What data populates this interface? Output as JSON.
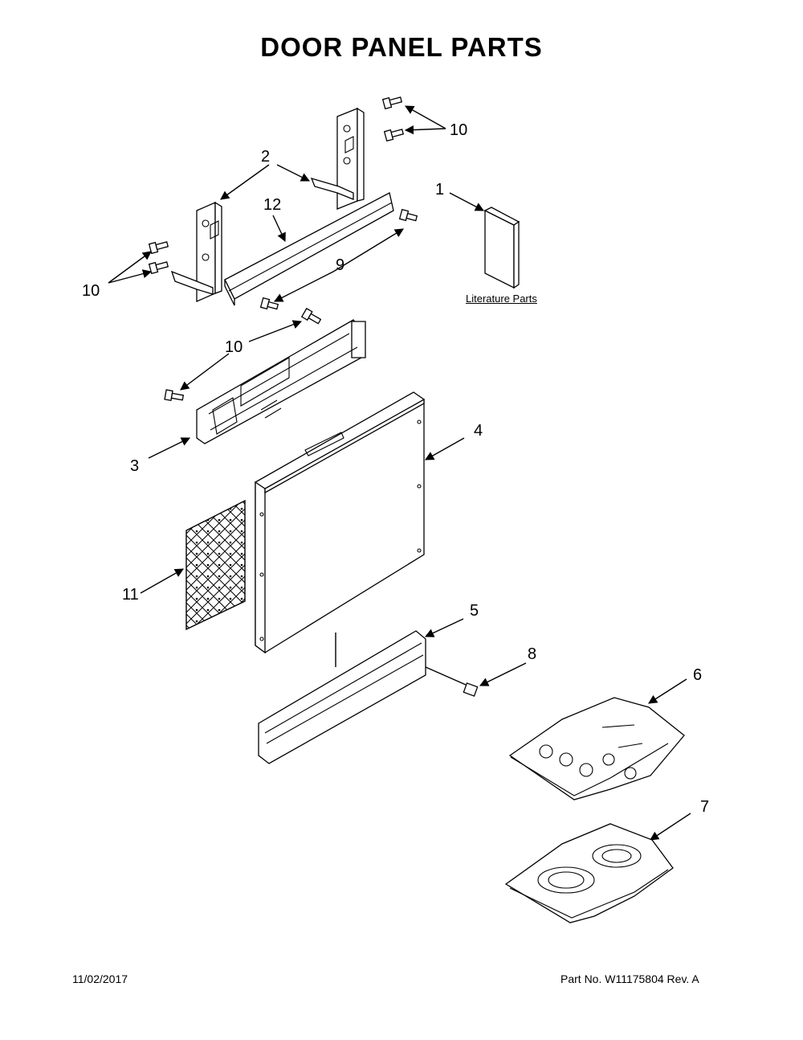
{
  "title": "DOOR PANEL PARTS",
  "callouts": {
    "c1": "1",
    "c2": "2",
    "c3": "3",
    "c4": "4",
    "c5": "5",
    "c6": "6",
    "c7": "7",
    "c8": "8",
    "c9": "9",
    "c10a": "10",
    "c10b": "10",
    "c10c": "10",
    "c11": "11",
    "c12": "12"
  },
  "literature_label": "Literature Parts",
  "footer": {
    "date": "11/02/2017",
    "part_no": "Part No.  W11175804  Rev.  A"
  }
}
